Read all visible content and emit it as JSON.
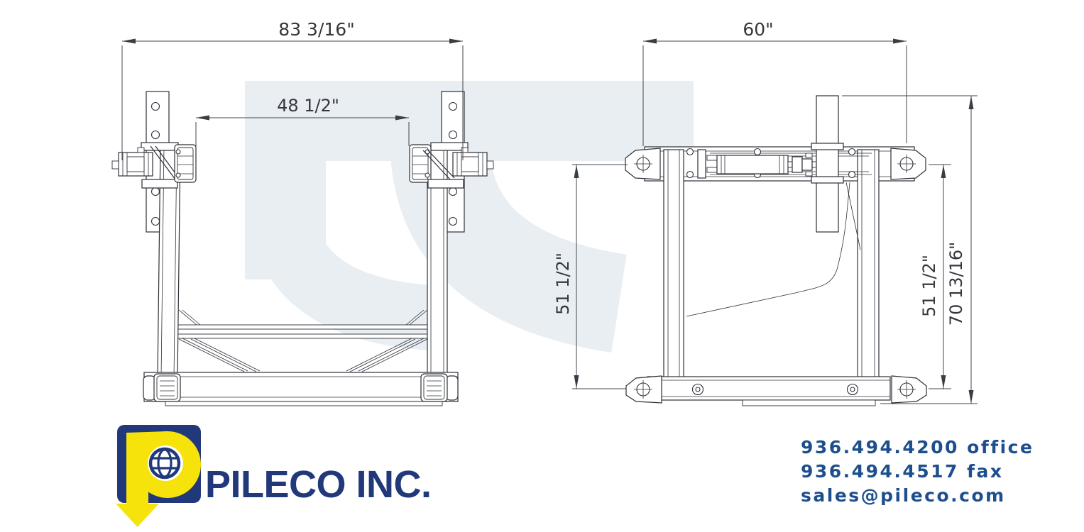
{
  "watermark": {
    "color": "#E9EEF3"
  },
  "front_view": {
    "dim_overall_width": "83 3/16\"",
    "dim_guide_spacing": "48 1/2\""
  },
  "side_view": {
    "dim_top_width": "60\"",
    "dim_height_left": "51 1/2\"",
    "dim_height_right": "51 1/2\"",
    "dim_overall_height": "70 13/16\""
  },
  "branding": {
    "company_name": "PILECO INC.",
    "navy": "#21397B",
    "yellow": "#F7E30C"
  },
  "contact": {
    "office_phone": "936.494.4200 office",
    "fax_phone": "936.494.4517 fax",
    "email": "sales@pileco.com"
  }
}
